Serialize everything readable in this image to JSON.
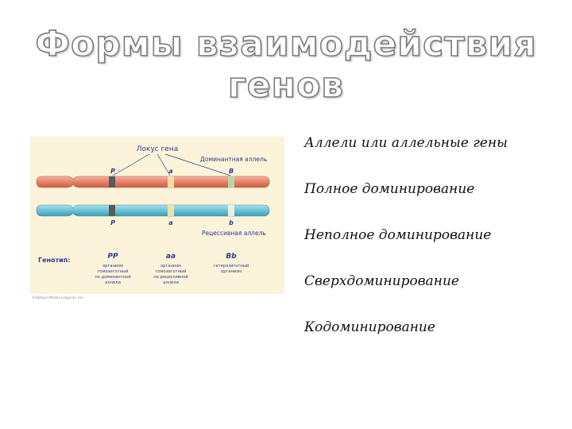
{
  "title": {
    "line1": "Формы взаимодействия",
    "line2": "генов"
  },
  "figure": {
    "locus_label": "Локус гена",
    "dominant_label": "Доминантная аллель",
    "recessive_label": "Рецессивная аллель",
    "top_alleles": [
      "P",
      "a",
      "B"
    ],
    "bottom_alleles": [
      "P",
      "a",
      "b"
    ],
    "genotype_label": "Генотип:",
    "genotypes": [
      {
        "code": "PP",
        "desc": [
          "организм",
          "гомозиготный",
          "по доминантной",
          "аллели"
        ]
      },
      {
        "code": "aa",
        "desc": [
          "организм",
          "гомозиготный",
          "по рецессивной",
          "аллели"
        ]
      },
      {
        "code": "Bb",
        "desc": [
          "гетерозиготный",
          "организм"
        ]
      }
    ],
    "credit": "©Addison Wesley Longman, Inc.",
    "colors": {
      "chromosome_top": "#e8826a",
      "chromosome_bottom": "#6cc3d6",
      "background": "#fbf3da",
      "label": "#2e3a8c"
    }
  },
  "terms": [
    "Аллели или аллельные гены",
    "Полное доминирование",
    "Неполное доминирование",
    "Сверхдоминирование",
    "Кодоминирование"
  ]
}
